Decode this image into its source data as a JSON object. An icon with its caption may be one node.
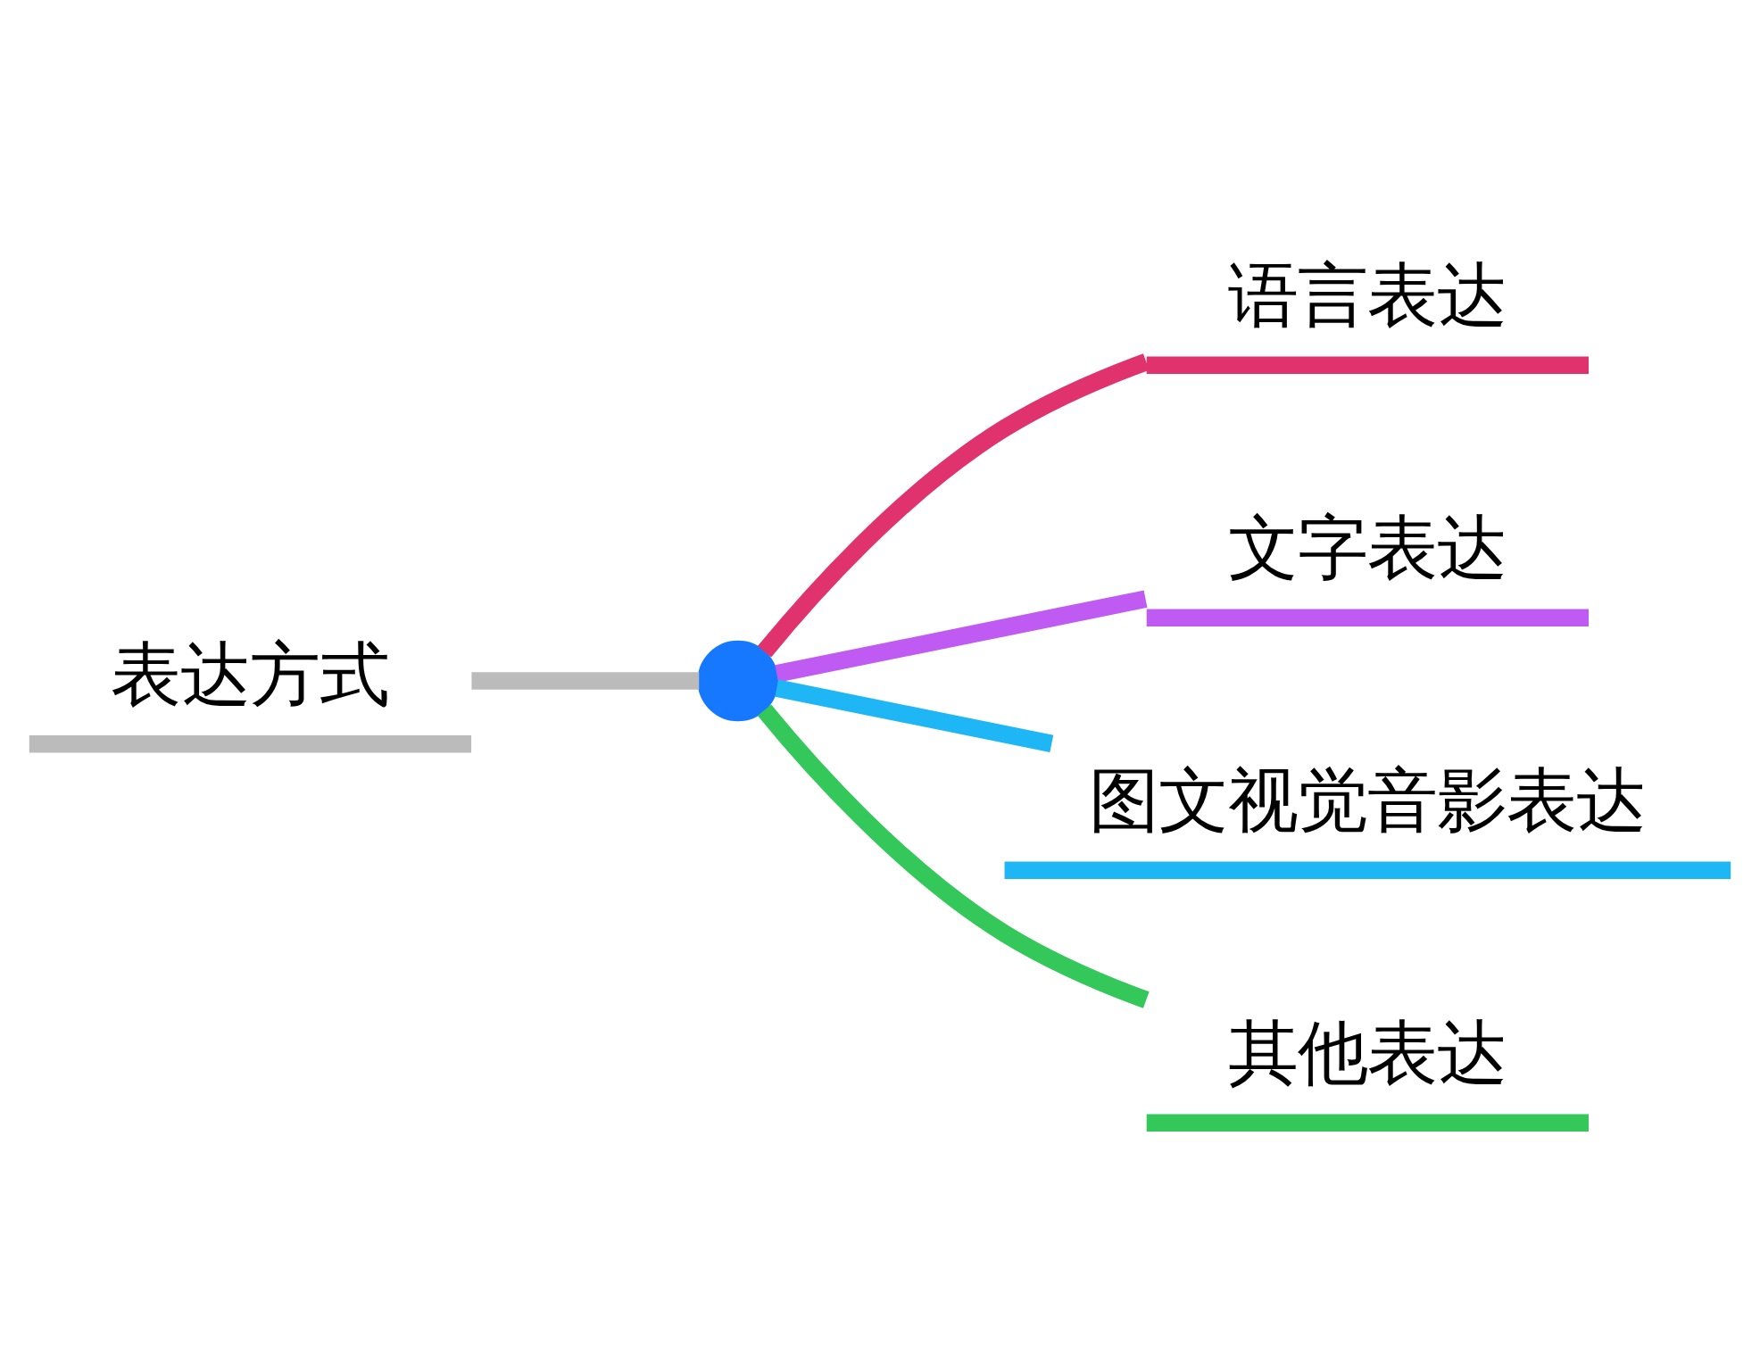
{
  "diagram": {
    "nodes": [
      {
        "text": [
          "表达方式"
        ]
      },
      {
        "text": [],
        "shape": "circle"
      },
      {
        "text": [
          "语言表达"
        ]
      },
      {
        "text": [
          "文字表达"
        ]
      },
      {
        "text": [
          "图文视觉音影表达"
        ]
      },
      {
        "text": [
          "其他表达"
        ]
      }
    ],
    "edges": [
      {
        "from": 0,
        "to": 1,
        "arrow": "none",
        "color": "#bbbbbb"
      },
      {
        "from": 1,
        "to": 2,
        "arrow": "none",
        "color": "#e0336e"
      },
      {
        "from": 1,
        "to": 3,
        "arrow": "none",
        "color": "#bf5af2"
      },
      {
        "from": 1,
        "to": 4,
        "arrow": "none",
        "color": "#1fb6f5"
      },
      {
        "from": 1,
        "to": 5,
        "arrow": "none",
        "color": "#34c759"
      }
    ]
  }
}
